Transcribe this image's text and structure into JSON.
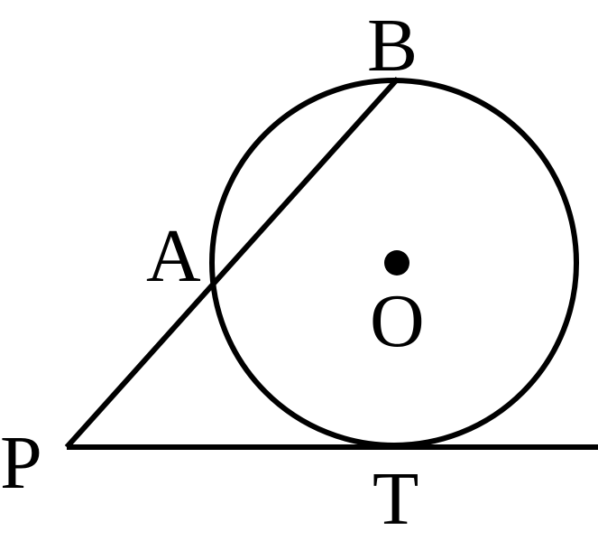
{
  "diagram": {
    "labels": {
      "B": "B",
      "A": "A",
      "O": "O",
      "P": "P",
      "T": "T"
    }
  }
}
